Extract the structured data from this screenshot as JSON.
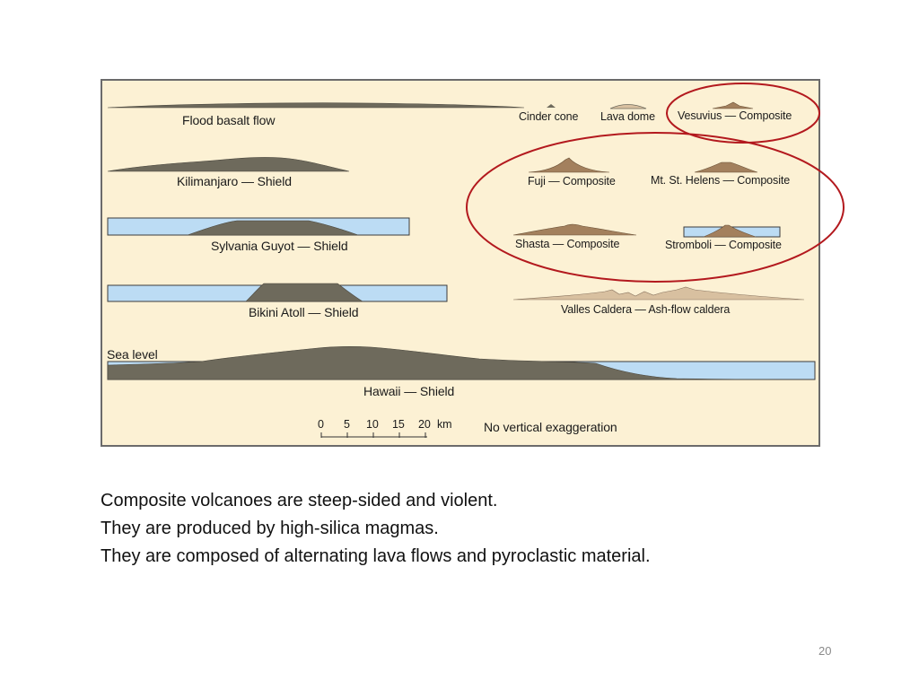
{
  "figure": {
    "labels": {
      "flood_basalt": "Flood basalt flow",
      "cinder_cone": "Cinder cone",
      "lava_dome": "Lava dome",
      "vesuvius": "Vesuvius — Composite",
      "kilimanjaro": "Kilimanjaro — Shield",
      "fuji": "Fuji — Composite",
      "st_helens": "Mt. St. Helens — Composite",
      "sylvania": "Sylvania Guyot — Shield",
      "shasta": "Shasta — Composite",
      "stromboli": "Stromboli — Composite",
      "bikini": "Bikini Atoll — Shield",
      "valles": "Valles Caldera — Ash-flow caldera",
      "sea_level": "Sea level",
      "hawaii": "Hawaii — Shield",
      "no_vertical": "No vertical exaggeration"
    },
    "scale_bar": {
      "ticks": [
        "0",
        "5",
        "10",
        "15",
        "20"
      ],
      "unit": "km"
    },
    "colors": {
      "background": "#fcf1d4",
      "shield": "#6e6a5c",
      "composite": "#a3805d",
      "caldera": "#d8c0a0",
      "water": "#bcdcf4",
      "highlight": "#b3191e"
    }
  },
  "caption": {
    "line1": "Composite volcanoes are steep-sided and violent.",
    "line2": "They are produced by high-silica magmas.",
    "line3": "They are composed of alternating lava flows and pyroclastic material."
  },
  "slide_number": "20"
}
